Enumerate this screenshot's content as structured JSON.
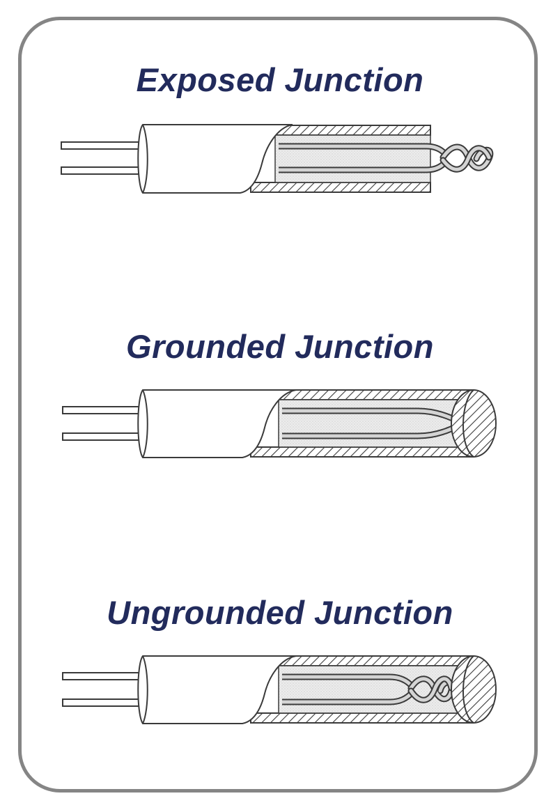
{
  "diagrams": [
    {
      "id": "exposed",
      "title": "Exposed Junction"
    },
    {
      "id": "grounded",
      "title": "Grounded Junction"
    },
    {
      "id": "ungrounded",
      "title": "Ungrounded Junction"
    }
  ],
  "colors": {
    "title_text": "#222b5c",
    "frame_border": "#858585",
    "outline": "#3a3a3a",
    "insulation_fill": "#e6e6e6",
    "wire_fill": "#cfcfcf"
  }
}
